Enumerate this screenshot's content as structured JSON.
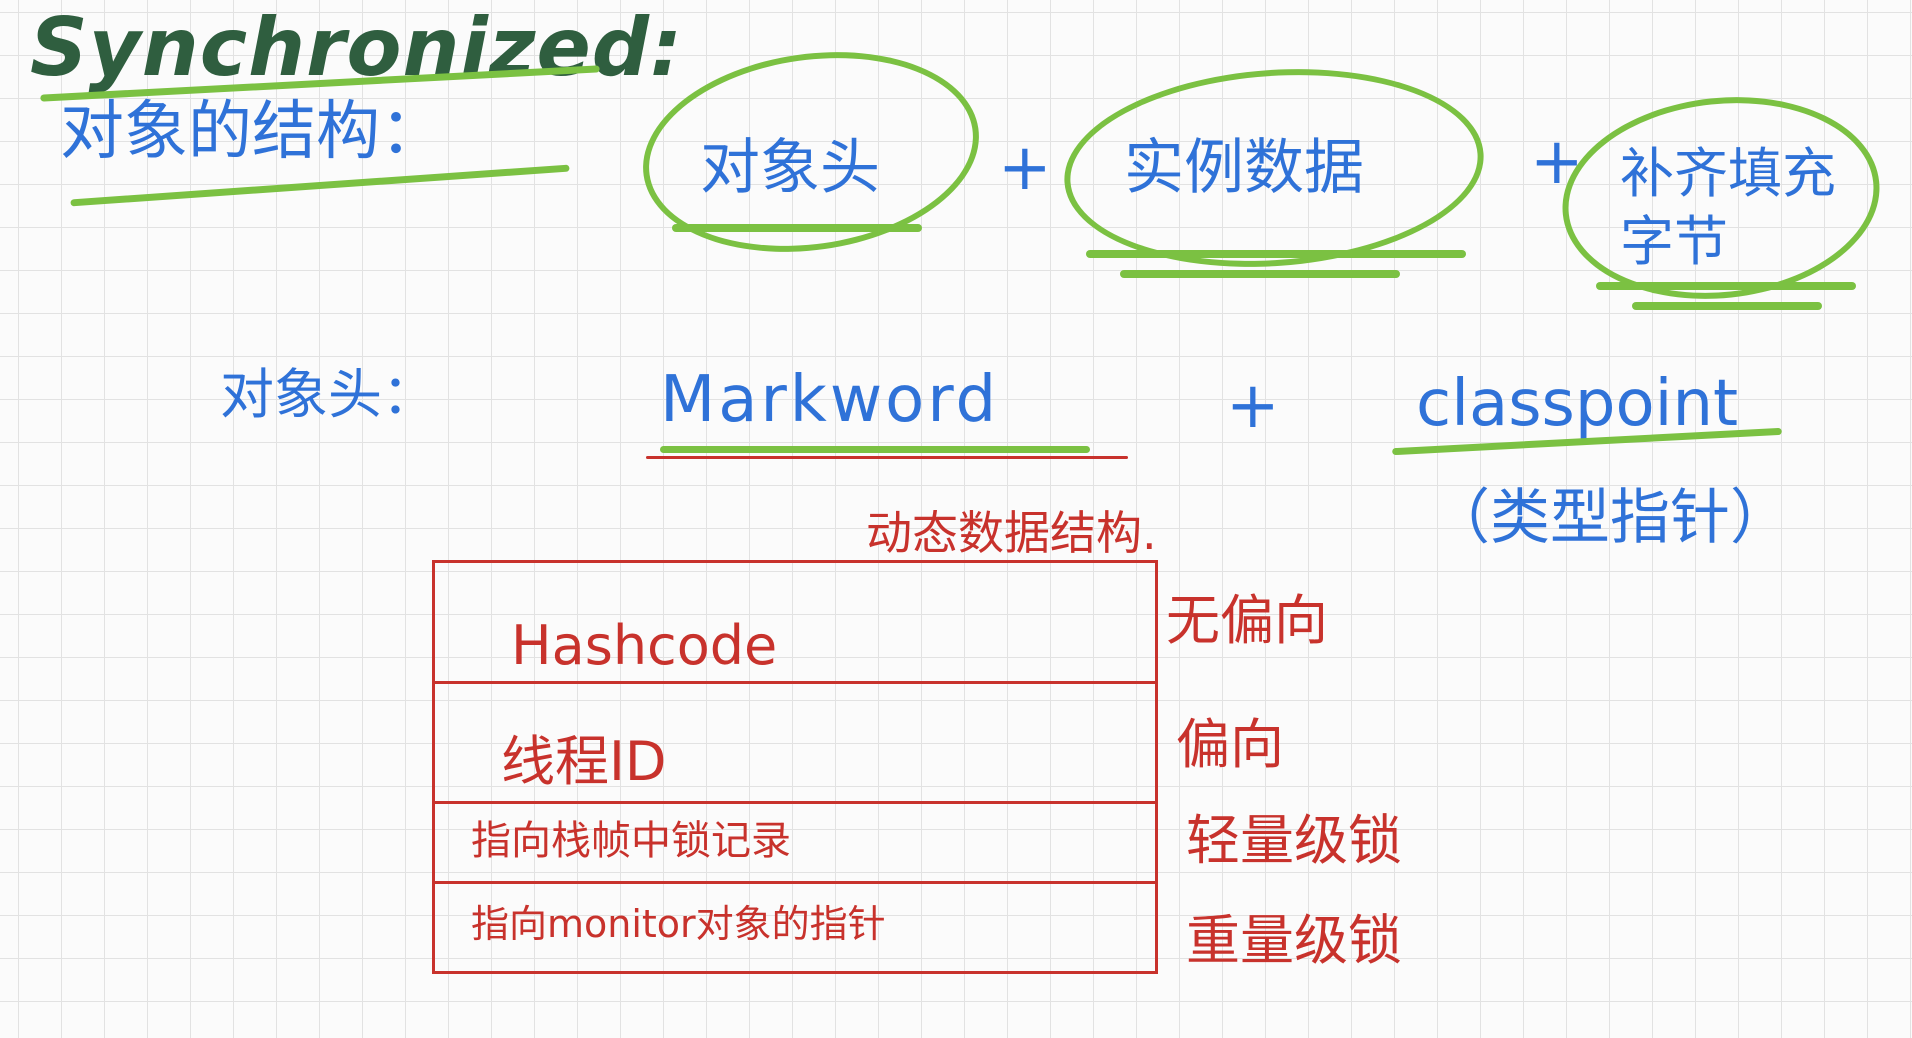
{
  "title": "Synchronized:",
  "object_structure": {
    "label": "对象的结构：",
    "parts": [
      "对象头",
      "实例数据",
      "补齐填充字节"
    ],
    "plus": "+"
  },
  "object_header": {
    "label": "对象头：",
    "mark_word": "Markword",
    "plus": "+",
    "class_pointer": "classpoint",
    "class_pointer_note": "（类型指针）"
  },
  "mark_word_table": {
    "caption": "动态数据结构.",
    "rows": [
      {
        "content": "Hashcode",
        "state": "无偏向"
      },
      {
        "content": "线程ID",
        "state": "偏向"
      },
      {
        "content": "指向栈帧中锁记录",
        "state": "轻量级锁"
      },
      {
        "content": "指向monitor对象的指针",
        "state": "重量级锁"
      }
    ]
  },
  "colors": {
    "title": "#2f5e3f",
    "blue_ink": "#2f72d8",
    "red_ink": "#c8322c",
    "green_highlight": "#7bc142",
    "grid": "#e2e2e2",
    "background": "#fbfbfb"
  }
}
